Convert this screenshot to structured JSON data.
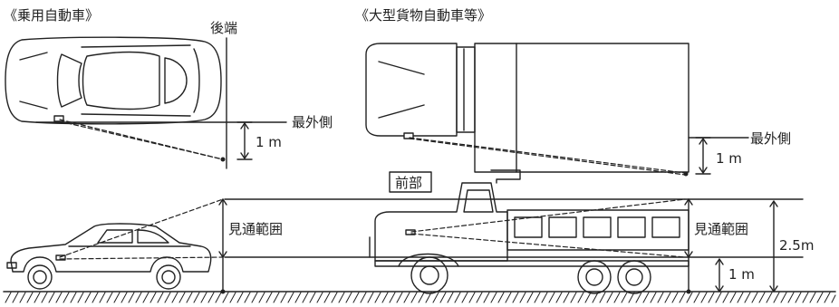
{
  "passenger": {
    "title": "《乗用自動車》",
    "rear_end": "後端",
    "outermost": "最外側",
    "distance": "1 m"
  },
  "truck": {
    "title": "《大型貨物自動車等》",
    "outermost": "最外側",
    "distance": "1 m"
  },
  "side": {
    "front_label": "前部",
    "view_range_car": "見通範囲",
    "view_range_truck": "見通範囲",
    "ground_height": "1 m",
    "total_height": "2.5m"
  }
}
